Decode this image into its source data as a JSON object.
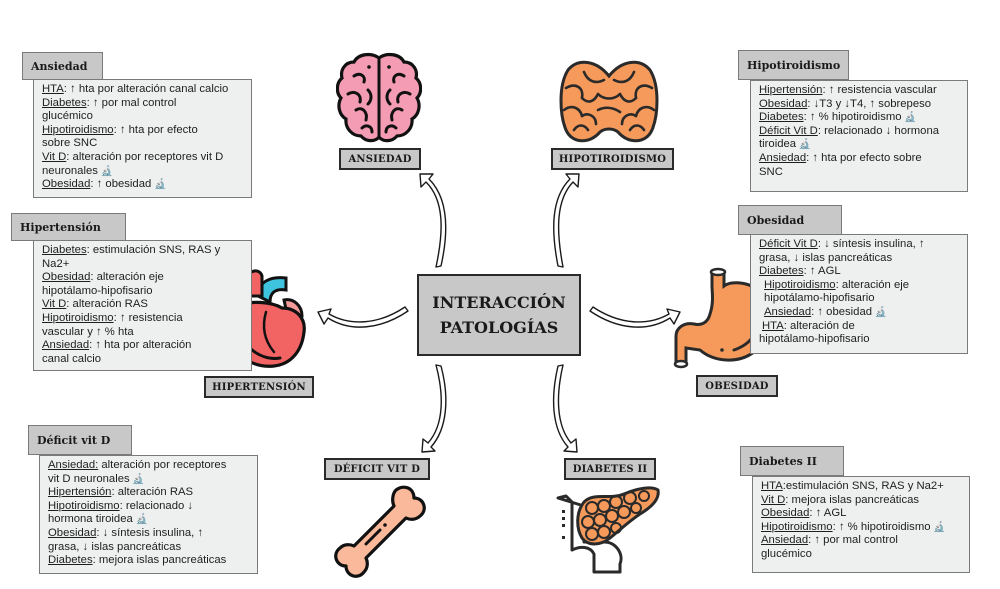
{
  "center": {
    "line1": "INTERACCIÓN",
    "line2": "PATOLOGÍAS"
  },
  "labels": {
    "ansiedad": "ANSIEDAD",
    "hipotiroidismo": "HIPOTIROIDISMO",
    "hipertension": "HIPERTENSIÓN",
    "obesidad": "OBESIDAD",
    "deficit": "DÉFICIT VIT D",
    "diabetes": "DIABETES II"
  },
  "icons": {
    "ansiedad": "brain-icon",
    "hipotiroidismo": "thyroid-icon",
    "hipertension": "heart-icon",
    "obesidad": "stomach-icon",
    "deficit": "bone-icon",
    "diabetes": "pancreas-icon",
    "evidence": "microscope-icon"
  },
  "colors": {
    "tag_bg": "#c8c8c8",
    "box_bg": "#eef0ef",
    "brain": "#f49cb3",
    "thyroid": "#f59a5a",
    "heart": "#f26464",
    "heart_vessel": "#3fc4e0",
    "stomach": "#f59a5a",
    "bone": "#f9b99a",
    "pancreas": "#f59a5a"
  },
  "panels": {
    "ansiedad": {
      "title": "Ansiedad",
      "lines": [
        {
          "key": "HTA",
          "text": ": ↑ hta por alteración canal calcio"
        },
        {
          "key": "Diabetes",
          "text": ": ↑ por mal control"
        },
        {
          "key": "",
          "text": "glucémico"
        },
        {
          "key": "Hipotiroidismo",
          "text": ": ↑ hta por efecto"
        },
        {
          "key": "",
          "text": "sobre SNC"
        },
        {
          "key": "Vit D",
          "text": ": alteración por receptores vit D"
        },
        {
          "key": "",
          "text": "neuronales",
          "evidence": true
        },
        {
          "key": "Obesidad",
          "text": ": ↑ obesidad",
          "evidence": true
        }
      ]
    },
    "hipertension": {
      "title": "Hipertensión",
      "lines": [
        {
          "key": "Diabetes",
          "text": ": estimulación SNS, RAS y"
        },
        {
          "key": "",
          "text": "Na2+"
        },
        {
          "key": "Obesidad",
          "text": ": alteración eje"
        },
        {
          "key": "",
          "text": "hipotálamo-hipofisario"
        },
        {
          "key": "Vit D",
          "text": ": alteración RAS"
        },
        {
          "key": "Hipotiroidismo",
          "text": ": ↑ resistencia"
        },
        {
          "key": "",
          "text": "vascular y ↑ % hta"
        },
        {
          "key": "Ansiedad",
          "text": ": ↑ hta por alteración"
        },
        {
          "key": "",
          "text": "canal calcio"
        }
      ]
    },
    "deficit": {
      "title": "Déficit vit D",
      "lines": [
        {
          "key": "Ansiedad:",
          "text": " alteración por receptores"
        },
        {
          "key": "",
          "text": "vit D neuronales",
          "evidence": true
        },
        {
          "key": "Hipertensión",
          "text": ": alteración RAS"
        },
        {
          "key": "Hipotiroidismo",
          "text": ": relacionado ↓"
        },
        {
          "key": "",
          "text": "hormona tiroidea",
          "evidence": true
        },
        {
          "key": "Obesidad",
          "text": ": ↓ síntesis insulina, ↑"
        },
        {
          "key": "",
          "text": "grasa, ↓ islas pancreáticas"
        },
        {
          "key": "Diabetes",
          "text": ": mejora islas pancreáticas"
        }
      ]
    },
    "hipotiroidismo": {
      "title": "Hipotiroidismo",
      "lines": [
        {
          "key": "Hipertensión",
          "text": ": ↑ resistencia vascular"
        },
        {
          "key": "Obesidad",
          "text": ": ↓T3 y  ↓T4, ↑ sobrepeso"
        },
        {
          "key": "Diabetes",
          "text": ": ↑ % hipotiroidismo",
          "evidence": true
        },
        {
          "key": "Déficit Vit D",
          "text": ": relacionado ↓ hormona"
        },
        {
          "key": "",
          "text": "tiroidea",
          "evidence": true
        },
        {
          "key": "Ansiedad",
          "text": ": ↑ hta por efecto sobre"
        },
        {
          "key": "",
          "text": "SNC"
        }
      ]
    },
    "obesidad": {
      "title": "Obesidad",
      "lines": [
        {
          "key": "Déficit Vit D",
          "text": ": ↓ síntesis insulina, ↑"
        },
        {
          "key": "",
          "text": "grasa, ↓ islas pancreáticas"
        },
        {
          "key": "Diabetes",
          "text": ": ↑ AGL"
        },
        {
          "key": "Hipotiroidismo",
          "text": ": alteración eje",
          "indent": true
        },
        {
          "key": "",
          "text": "hipotálamo-hipofisario",
          "indent": true
        },
        {
          "key": "Ansiedad",
          "text": ": ↑ obesidad",
          "evidence": true,
          "indent": true
        },
        {
          "key": "HTA",
          "text": ": alteración de",
          "indent": true
        },
        {
          "key": "",
          "text": "hipotálamo-hipofisario"
        }
      ]
    },
    "diabetes": {
      "title": "Diabetes II",
      "lines": [
        {
          "key": "HTA",
          "text": ":estimulación SNS, RAS y Na2+"
        },
        {
          "key": "Vit D",
          "text": ": mejora islas pancreáticas"
        },
        {
          "key": "Obesidad",
          "text": ": ↑ AGL"
        },
        {
          "key": "Hipotiroidismo",
          "text": ": ↑ % hipotiroidismo",
          "evidence": true
        },
        {
          "key": "Ansiedad",
          "text": ": ↑ por mal control"
        },
        {
          "key": "",
          "text": "glucémico"
        }
      ]
    }
  }
}
